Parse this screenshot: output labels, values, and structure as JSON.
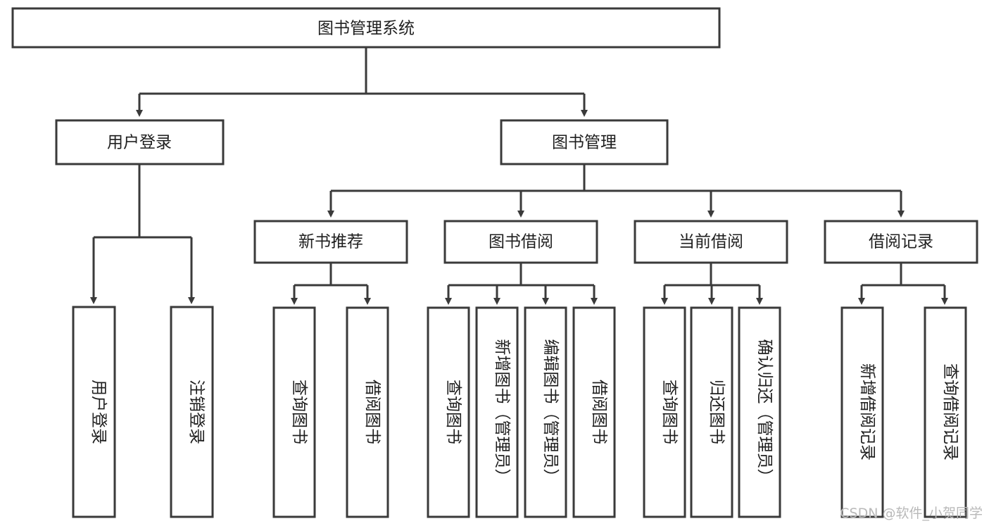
{
  "diagram": {
    "title": "图书管理系统",
    "type": "tree-hierarchy",
    "root": {
      "label": "图书管理系统"
    },
    "level2": [
      {
        "label": "用户登录"
      },
      {
        "label": "图书管理"
      }
    ],
    "level3": [
      {
        "label": "新书推荐"
      },
      {
        "label": "图书借阅"
      },
      {
        "label": "当前借阅"
      },
      {
        "label": "借阅记录"
      }
    ],
    "leaves_user_login": [
      {
        "label": "用户登录"
      },
      {
        "label": "注销登录"
      }
    ],
    "leaves_new_book": [
      {
        "label": "查询图书"
      },
      {
        "label": "借阅图书"
      }
    ],
    "leaves_borrow": [
      {
        "label": "查询图书"
      },
      {
        "label": "新增图书（管理员）"
      },
      {
        "label": "编辑图书（管理员）"
      },
      {
        "label": "借阅图书"
      }
    ],
    "leaves_current": [
      {
        "label": "查询图书"
      },
      {
        "label": "归还图书"
      },
      {
        "label": "确认归还（管理员）"
      }
    ],
    "leaves_record": [
      {
        "label": "新增借阅记录"
      },
      {
        "label": "查询借阅记录"
      }
    ],
    "watermark": "CSDN @软件_小贺同学",
    "colors": {
      "stroke": "#3a3a3a",
      "fill": "#ffffff",
      "text": "#1f1f1f",
      "watermark": "#b9b9b9"
    }
  }
}
